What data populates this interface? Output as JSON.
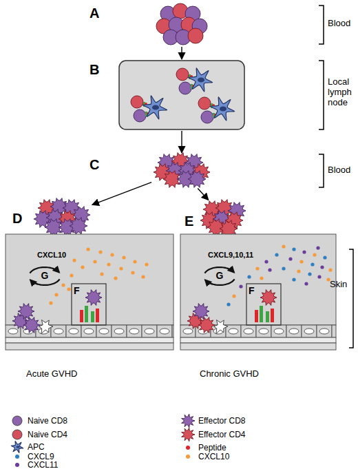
{
  "diagram": {
    "nodes": [
      {
        "text": [
          "A"
        ]
      },
      {
        "text": [
          "B"
        ]
      },
      {
        "text": [
          "C"
        ]
      },
      {
        "text": [
          "D"
        ]
      },
      {
        "text": [
          "E"
        ]
      },
      {
        "text": [
          "CXCL10",
          "Acute GVHD"
        ]
      },
      {
        "text": [
          "G"
        ],
        "in": 5
      },
      {
        "text": [
          "F"
        ],
        "in": 5
      },
      {
        "text": [
          "CXCL9,10,11",
          "Chronic GVHD"
        ]
      },
      {
        "text": [
          "G"
        ],
        "in": 8
      },
      {
        "text": [
          "F"
        ],
        "in": 8
      }
    ],
    "edges": [
      {
        "from": 0,
        "to": 1,
        "arrow": "to"
      },
      {
        "from": 1,
        "to": 2,
        "arrow": "to"
      },
      {
        "from": 2,
        "to": 3,
        "arrow": "to"
      },
      {
        "from": 2,
        "to": 4,
        "arrow": "to"
      }
    ],
    "labels": [
      "Blood",
      "Local lymph node",
      "Blood",
      "Skin"
    ],
    "legend": [
      {
        "text": "Naive CD8",
        "color": "#8e63ad"
      },
      {
        "text": "Effector CD8"
      },
      {
        "text": "Naive CD4",
        "color": "#d5505b"
      },
      {
        "text": "Effector CD4"
      },
      {
        "text": "APC"
      },
      {
        "text": "Peptide",
        "color": "#e0242a"
      },
      {
        "text": "CXCL9",
        "color": "#2d7fc1"
      },
      {
        "text": "CXCL10",
        "color": "#f59b3b"
      },
      {
        "text": "CXCL11",
        "color": "#6a3d9a"
      }
    ]
  }
}
